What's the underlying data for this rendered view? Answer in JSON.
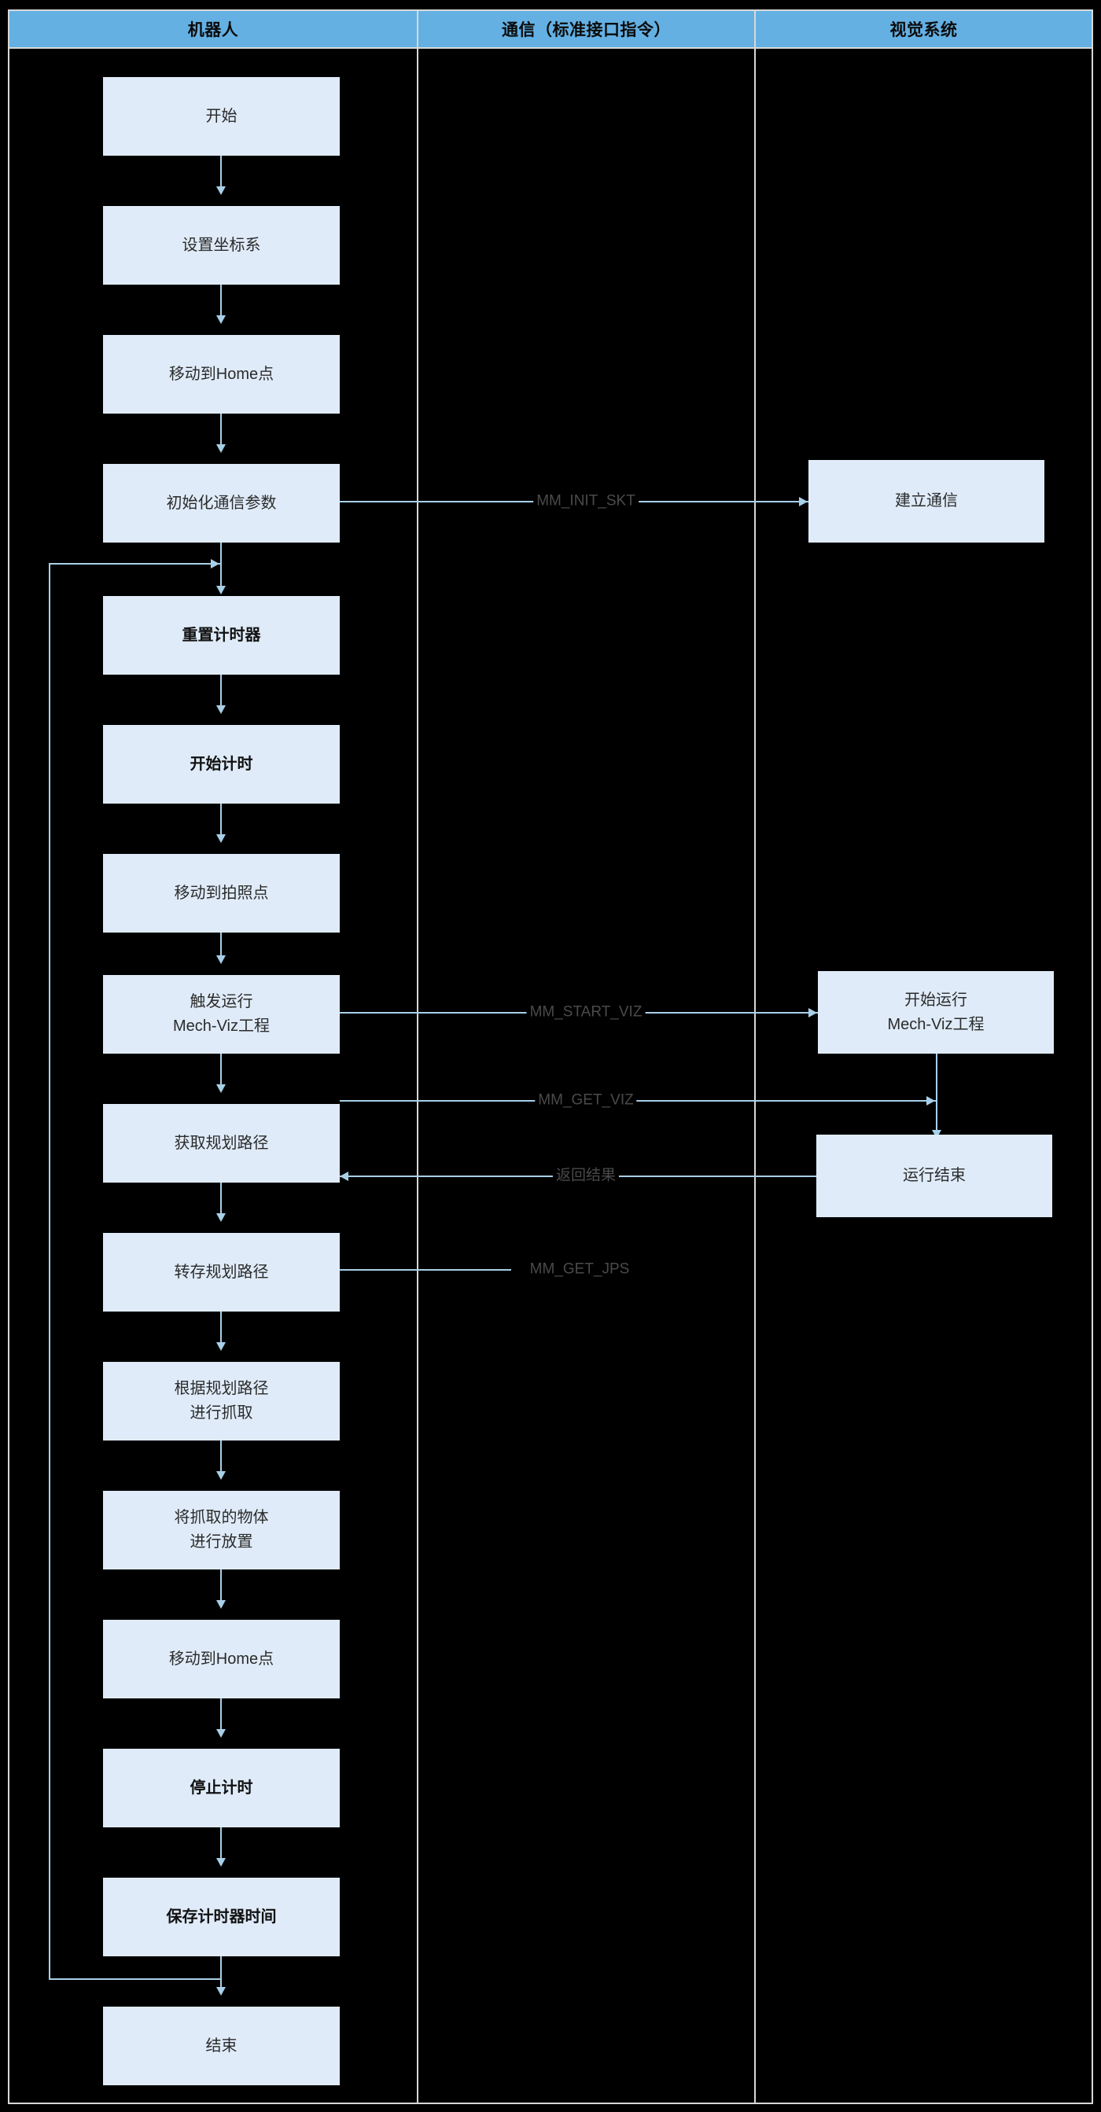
{
  "diagram": {
    "type": "swimlane-flowchart",
    "background_color": "#000000",
    "lane_header_color": "#64b0e3",
    "node_fill_color": "#dfebf8",
    "connector_color": "#a8cfe8",
    "edge_label_color": "#4a4a4a"
  },
  "lanes": [
    {
      "id": "robot",
      "title": "机器人"
    },
    {
      "id": "comm",
      "title": "通信（标准接口指令）"
    },
    {
      "id": "vision",
      "title": "视觉系统"
    }
  ],
  "robot_nodes": [
    {
      "id": "start",
      "line1": "开始",
      "line2": "",
      "bold": false
    },
    {
      "id": "set-frame",
      "line1": "设置坐标系",
      "line2": "",
      "bold": false
    },
    {
      "id": "move-home-1",
      "line1": "移动到Home点",
      "line2": "",
      "bold": false
    },
    {
      "id": "init-comm",
      "line1": "初始化通信参数",
      "line2": "",
      "bold": false
    },
    {
      "id": "reset-timer",
      "line1": "重置计时器",
      "line2": "",
      "bold": true
    },
    {
      "id": "start-timer",
      "line1": "开始计时",
      "line2": "",
      "bold": true
    },
    {
      "id": "move-capture",
      "line1": "移动到拍照点",
      "line2": "",
      "bold": false
    },
    {
      "id": "trigger-viz",
      "line1": "触发运行",
      "line2": "Mech-Viz工程",
      "bold": false
    },
    {
      "id": "get-path",
      "line1": "获取规划路径",
      "line2": "",
      "bold": false
    },
    {
      "id": "save-path",
      "line1": "转存规划路径",
      "line2": "",
      "bold": false
    },
    {
      "id": "pick",
      "line1": "根据规划路径",
      "line2": "进行抓取",
      "bold": false
    },
    {
      "id": "place",
      "line1": "将抓取的物体",
      "line2": "进行放置",
      "bold": false
    },
    {
      "id": "move-home-2",
      "line1": "移动到Home点",
      "line2": "",
      "bold": false
    },
    {
      "id": "stop-timer",
      "line1": "停止计时",
      "line2": "",
      "bold": true
    },
    {
      "id": "save-time",
      "line1": "保存计时器时间",
      "line2": "",
      "bold": true
    },
    {
      "id": "end",
      "line1": "结束",
      "line2": "",
      "bold": false
    }
  ],
  "vision_nodes": [
    {
      "id": "establish-comm",
      "line1": "建立通信",
      "line2": "",
      "bold": false
    },
    {
      "id": "viz-running",
      "line1": "开始运行",
      "line2": "Mech-Viz工程",
      "bold": false
    },
    {
      "id": "viz-finished",
      "line1": "运行结束",
      "line2": "",
      "bold": false
    }
  ],
  "edge_labels": [
    {
      "id": "init-skt",
      "text": "MM_INIT_SKT",
      "from": "init-comm",
      "to": "establish-comm",
      "direction": "right"
    },
    {
      "id": "start-viz",
      "text": "MM_START_VIZ",
      "from": "trigger-viz",
      "to": "viz-running",
      "direction": "right"
    },
    {
      "id": "get-viz",
      "text": "MM_GET_VIZ",
      "from": "get-path",
      "to": "viz-running",
      "direction": "right"
    },
    {
      "id": "return",
      "text": "返回结果",
      "from": "viz-finished",
      "to": "get-path",
      "direction": "left"
    },
    {
      "id": "get-jps",
      "text": "MM_GET_JPS",
      "from": "save-path",
      "to": "",
      "direction": "right"
    }
  ],
  "loop_back": {
    "from": "save-time",
    "to": "reset-timer",
    "description": "循环返回重置计时器"
  }
}
